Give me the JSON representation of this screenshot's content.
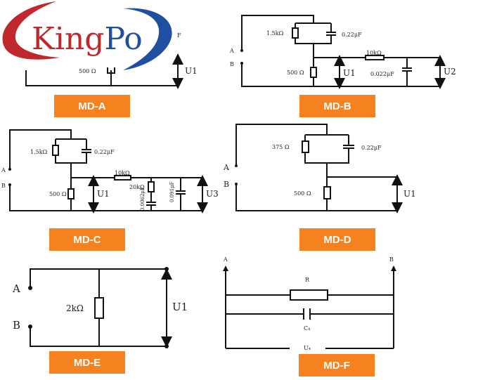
{
  "logo": {
    "text_red": "King",
    "text_blue": "Po",
    "colors": {
      "red": "#c0282d",
      "blue": "#1e4fa0"
    }
  },
  "accent": "#f5821f",
  "diagrams": {
    "md_a": {
      "label": "MD-A",
      "r_bottom": "500 Ω",
      "u": "U1",
      "cap_tail": "F"
    },
    "md_b": {
      "label": "MD-B",
      "a": "A",
      "b": "B",
      "r1": "1.5kΩ",
      "c1": "0.22μF",
      "r2": "500 Ω",
      "r3": "10kΩ",
      "c2": "0.022μF",
      "u1": "U1",
      "u2": "U2"
    },
    "md_c": {
      "label": "MD-C",
      "a": "A",
      "b": "B",
      "r1": "1.5kΩ",
      "c1": "0.22μF",
      "r2": "500 Ω",
      "r3": "10kΩ",
      "r4": "20kΩ",
      "c2": "0.0062μF",
      "c3": "0.091μF",
      "u1": "U1",
      "u3": "U3"
    },
    "md_d": {
      "label": "MD-D",
      "a": "A",
      "b": "B",
      "r1": "375 Ω",
      "c1": "0.22μF",
      "r2": "500 Ω",
      "u1": "U1"
    },
    "md_e": {
      "label": "MD-E",
      "a": "A",
      "b": "B",
      "r1": "2kΩ",
      "u1": "U1"
    },
    "md_f": {
      "label": "MD-F",
      "a": "A",
      "b": "B",
      "r": "R",
      "c": "C₄",
      "u": "U₄"
    }
  }
}
